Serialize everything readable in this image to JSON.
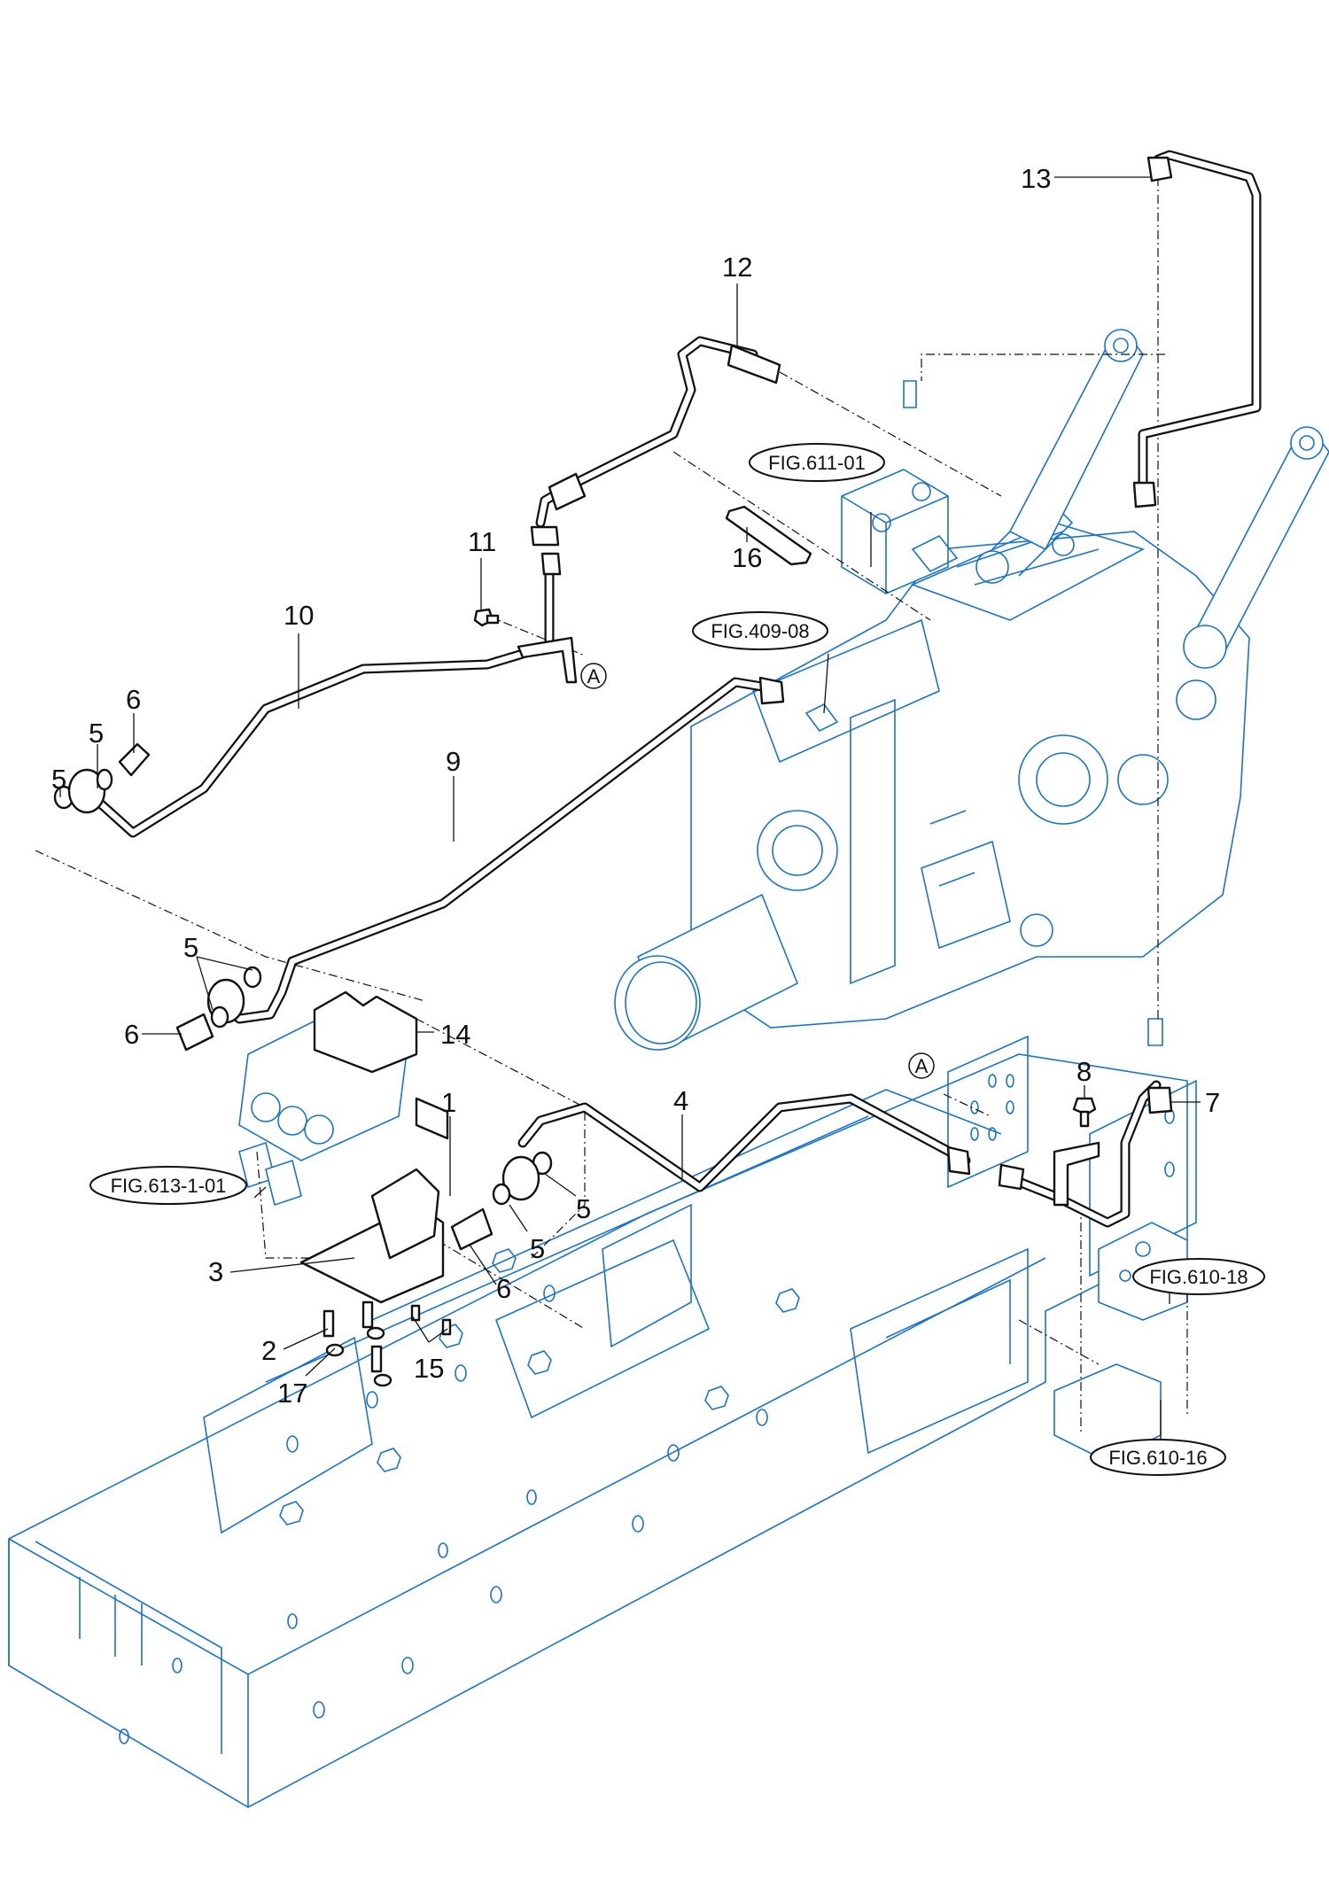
{
  "diagram": {
    "type": "exploded-parts-view",
    "colors": {
      "ref_parts": "#1a73c9",
      "lines": "#111111",
      "background": "#ffffff"
    },
    "callouts": [
      {
        "id": "c13",
        "label": "13"
      },
      {
        "id": "c12",
        "label": "12"
      },
      {
        "id": "c11",
        "label": "11"
      },
      {
        "id": "c10",
        "label": "10"
      },
      {
        "id": "c16",
        "label": "16"
      },
      {
        "id": "c6a",
        "label": "6"
      },
      {
        "id": "c5a",
        "label": "5"
      },
      {
        "id": "c5b",
        "label": "5"
      },
      {
        "id": "c9",
        "label": "9"
      },
      {
        "id": "c5c",
        "label": "5"
      },
      {
        "id": "c6b",
        "label": "6"
      },
      {
        "id": "c14",
        "label": "14"
      },
      {
        "id": "c1",
        "label": "1"
      },
      {
        "id": "c4",
        "label": "4"
      },
      {
        "id": "c8",
        "label": "8"
      },
      {
        "id": "c7",
        "label": "7"
      },
      {
        "id": "c5d",
        "label": "5"
      },
      {
        "id": "c5e",
        "label": "5"
      },
      {
        "id": "c6c",
        "label": "6"
      },
      {
        "id": "c3",
        "label": "3"
      },
      {
        "id": "c2",
        "label": "2"
      },
      {
        "id": "c17",
        "label": "17"
      },
      {
        "id": "c15",
        "label": "15"
      }
    ],
    "figure_refs": [
      {
        "id": "f611",
        "label": "FIG.611-01"
      },
      {
        "id": "f409",
        "label": "FIG.409-08"
      },
      {
        "id": "f613",
        "label": "FIG.613-1-01"
      },
      {
        "id": "f61018",
        "label": "FIG.610-18"
      },
      {
        "id": "f61016",
        "label": "FIG.610-16"
      }
    ],
    "reference_marks": [
      {
        "id": "refA1",
        "label": "A"
      },
      {
        "id": "refA2",
        "label": "A"
      }
    ]
  }
}
